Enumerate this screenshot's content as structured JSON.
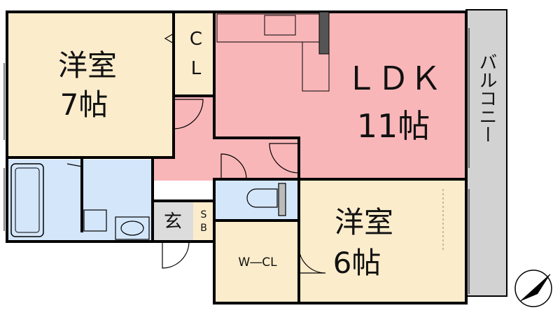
{
  "rooms": {
    "western_a": {
      "name": "洋室",
      "size": "7帖"
    },
    "closet": {
      "name_top": "C",
      "name_bottom": "L"
    },
    "ldk": {
      "name": "ＬＤＫ",
      "size": "11帖"
    },
    "western_b": {
      "name": "洋室",
      "size": "6帖"
    },
    "walk_in_closet": {
      "name": "W―CL"
    },
    "entrance": {
      "name": "玄"
    },
    "shoe_box": {
      "name_top": "S",
      "name_bottom": "B"
    },
    "balcony": {
      "name": "バルコニー"
    }
  },
  "colors": {
    "western_rooms": "#fbeccb",
    "ldk_floor": "#f9b6b8",
    "wet_areas": "#d4e6fa",
    "balcony": "#d2d2d2",
    "walls": "#000000",
    "entrance": "#dcdcdc"
  },
  "icons": {
    "compass": "north-arrow-icon"
  }
}
